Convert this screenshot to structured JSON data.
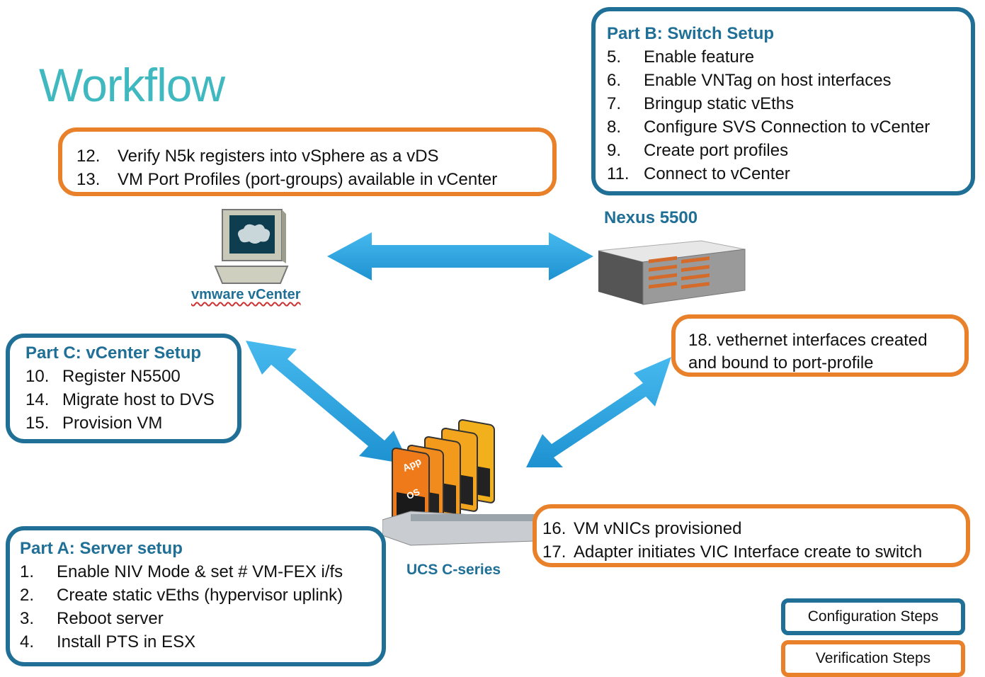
{
  "title": "Workflow",
  "part_b": {
    "title": "Part B: Switch Setup",
    "steps": [
      {
        "num": "5.",
        "text": "Enable feature"
      },
      {
        "num": "6.",
        "text": "Enable VNTag on host interfaces"
      },
      {
        "num": "7.",
        "text": "Bringup static vEths"
      },
      {
        "num": "8.",
        "text": "Configure SVS Connection to vCenter"
      },
      {
        "num": "9.",
        "text": "Create port profiles"
      },
      {
        "num": "11.",
        "text": "Connect to vCenter"
      }
    ]
  },
  "verify_vcenter": {
    "steps": [
      {
        "num": "12.",
        "text": "Verify N5k registers into vSphere as a vDS"
      },
      {
        "num": "13.",
        "text": "VM Port Profiles (port-groups) available in vCenter"
      }
    ]
  },
  "vcenter_label": "vmware vCenter",
  "nexus_label": "Nexus 5500",
  "part_c": {
    "title": "Part C: vCenter Setup",
    "steps": [
      {
        "num": "10.",
        "text": "Register N5500"
      },
      {
        "num": "14.",
        "text": "Migrate host to DVS"
      },
      {
        "num": "15.",
        "text": "Provision VM"
      }
    ]
  },
  "verify_veth": {
    "line1": "18. vethernet interfaces created",
    "line2": "and bound to port-profile"
  },
  "app_label": "App",
  "os_label": "OS",
  "ucs_label": "UCS C-series",
  "part_a": {
    "title": "Part A: Server setup",
    "steps": [
      {
        "num": "1.",
        "text": "Enable NIV Mode & set # VM-FEX i/fs"
      },
      {
        "num": "2.",
        "text": "Create static vEths (hypervisor uplink)"
      },
      {
        "num": "3.",
        "text": "Reboot server"
      },
      {
        "num": "4.",
        "text": "Install PTS in ESX"
      }
    ]
  },
  "verify_vnic": {
    "steps": [
      {
        "num": "16.",
        "text": "VM vNICs provisioned"
      },
      {
        "num": "17.",
        "text": "Adapter initiates VIC Interface create to switch"
      }
    ]
  },
  "legend": {
    "config": "Configuration Steps",
    "verify": "Verification Steps"
  },
  "colors": {
    "config": "#1f6f96",
    "verify": "#e9802a",
    "arrow": "#29a3de",
    "title": "#3fb8c0"
  }
}
